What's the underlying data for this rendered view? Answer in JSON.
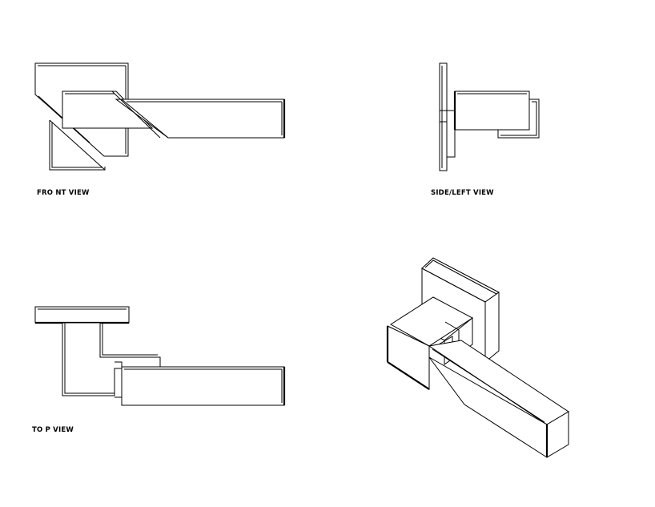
{
  "views": {
    "front": {
      "label": "FRO NT VIEW"
    },
    "side": {
      "label": "SIDE/LEFT VIEW"
    },
    "top": {
      "label": "TO P VIEW"
    },
    "iso": {
      "label": ""
    }
  },
  "colors": {
    "line": "#000000",
    "background": "#ffffff"
  }
}
